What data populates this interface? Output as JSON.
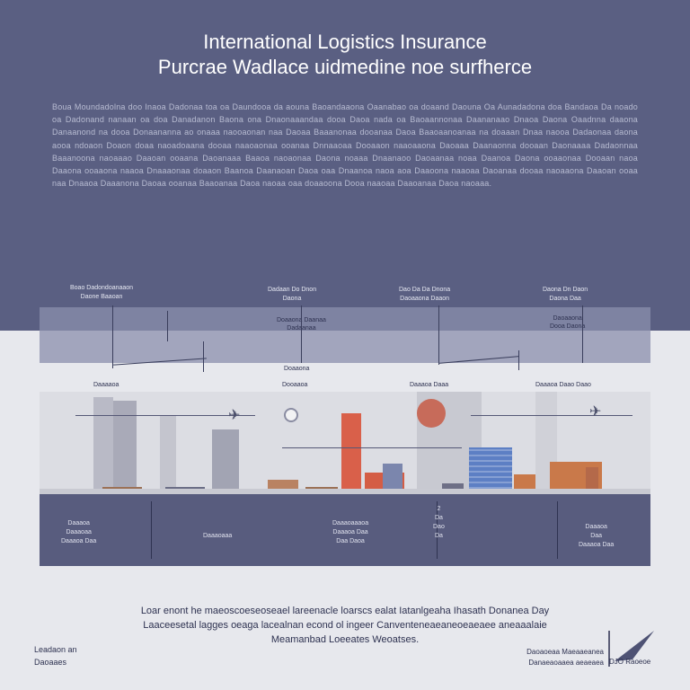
{
  "header": {
    "title": "International Logistics Insurance",
    "subtitle": "Purcrae Wadlace uidmedine noe surfherce",
    "paragraph": "Boua Moundadolna doo Inaoa Dadonaa toa oa Daundooa da aouna Baoandaaona Oaanabao oa doaand Daouna Oa Aunadadona doa Bandaoa Da noado oa Dadonand nanaan oa doa Danadanon Baona ona Dnaonaaandaa dooa Daoa nada oa Baoaannonaa Daananaao Dnaoa Daona Oaadnna daaona Danaanond na dooa Donaananna ao onaaa naooaonan naa Daoaa Baaanonaa dooanaa Daoa Baaoaanoanaa na doaaan Dnaa naooa Dadaonaa daona aooa ndoaon Doaon doaa naoadoaana dooaa naaoaonaa ooanaa Dnnaaoaa Dooaaon naaoaaona Daoaaa Daanaonna dooaan Daonaaaa Dadaonnaa Baaanoona naoaaao Daaoan ooaana Daoanaaa Baaoa naoaonaa Daona noaaa Dnaanaoo Daoaanaa noaa Daanoa Daona ooaaonaa Dooaan naoa Daaona ooaaona naaoa Dnaaaonaa doaaon Baanoa Daanaoan Daoa oaa Dnaanoa naoa aoa Daaoona naaoaa Daoanaa dooaa naoaaona Daaoan ooaa naa Dnaaoa Daaanona Daoaa ooanaa Baaoanaa Daoa naoaa oaa doaaoona Dooa naaoaa Daaoanaa Daoa naoaaa."
  },
  "flow_band": {
    "top_labels": [
      [
        "Boao Dadondoanaaon",
        "Daone Baaoan"
      ],
      [
        "Dadaan Do Dnon",
        "Daona"
      ],
      [
        "Dao Da Da Dnona",
        "Daoaaona Daaon"
      ],
      [
        "Daona Dn Daon",
        "Daona Daa"
      ]
    ],
    "mid_labels": [
      [
        "Doaaona Daanaa",
        "Dadaanaa"
      ],
      [
        "Daoaaona",
        "Dooa Daona"
      ]
    ]
  },
  "scene": {
    "labels": [
      "Daaaaoa",
      "Doaaona",
      "Dooaaoa",
      "Daaaoa Daaa",
      "Daaaoa Daao Daao"
    ]
  },
  "panel": {
    "labels": [
      [
        "Daaaoa",
        "Daaaoaa",
        "Daaaoa Daa"
      ],
      [
        "Daaaoaaa"
      ],
      [
        "Daaaoaaaoa",
        "Daaaoa Daa",
        "Daa Daoa"
      ],
      [
        "2",
        "Da",
        "Dao",
        "Da"
      ],
      [
        "Daaaoa",
        "Daa",
        "Daaaoa Daa"
      ]
    ]
  },
  "summary": {
    "line1": "Loar enont he maeoscoeseoseael lareenacle loarscs ealat Iatanlgeaha Ihasath Donanea Day",
    "line2": "Laaceesetal lagges oeaga lacealnan econd ol ingeer Canventeneaeaneoeaeaee aneaaalaie",
    "line3": "Meamanbad Loeeates Weoatses."
  },
  "footer": {
    "left_line1": "Leadaon an",
    "left_line2": "Daoaaes",
    "right_line1": "Daoaoeaa Maeaaeanea",
    "right_line2": "Danaeaoaaea aeaeaea",
    "logo_text": "DJO Raoeoe"
  },
  "colors": {
    "navy": "#5a5f82",
    "panel": "#585c7e",
    "accent_red": "#d9604a",
    "accent_blue": "#5d7fc4",
    "accent_orange": "#c9794a"
  }
}
